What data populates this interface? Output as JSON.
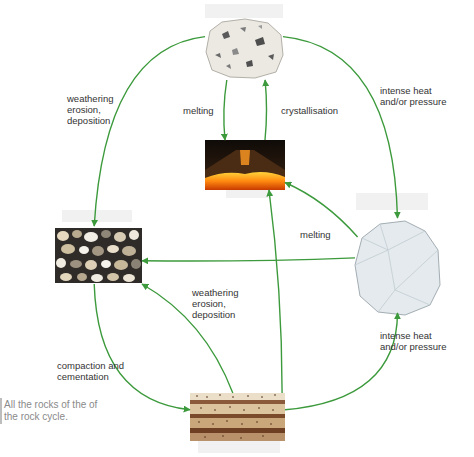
{
  "diagram": {
    "caption": "All the rocks of the of the rock cycle.",
    "nodes": [
      {
        "text": []
      },
      {
        "text": []
      },
      {
        "text": []
      },
      {
        "text": []
      },
      {
        "text": []
      }
    ],
    "edges": [
      {
        "from": 0,
        "to": 2,
        "arrow": "to",
        "label": "weathering erosion, deposition"
      },
      {
        "from": 0,
        "to": 1,
        "arrow": "to",
        "label": "melting"
      },
      {
        "from": 1,
        "to": 0,
        "arrow": "to",
        "label": "crystallisation"
      },
      {
        "from": 0,
        "to": 3,
        "arrow": "to",
        "label": "intense heat and/or pressure"
      },
      {
        "from": 3,
        "to": 1,
        "arrow": "to"
      },
      {
        "from": 4,
        "to": 1,
        "arrow": "to",
        "label": "melting"
      },
      {
        "from": 3,
        "to": 2,
        "arrow": "to"
      },
      {
        "from": 4,
        "to": 2,
        "arrow": "to",
        "label": "weathering erosion, deposition"
      },
      {
        "from": 2,
        "to": 4,
        "arrow": "to",
        "label": "compaction and cementation"
      },
      {
        "from": 4,
        "to": 3,
        "arrow": "to",
        "label": "intense heat and/or pressure"
      }
    ]
  }
}
